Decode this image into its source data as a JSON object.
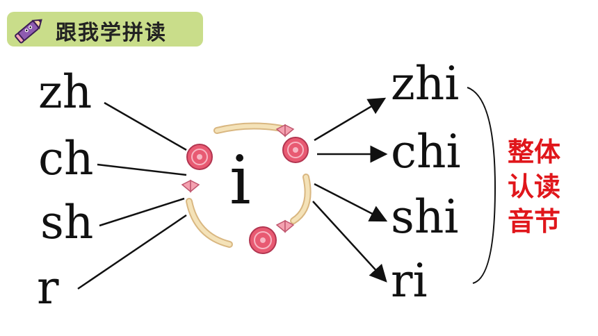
{
  "header": {
    "title": "跟我学拼读"
  },
  "center": {
    "letter": "i"
  },
  "left_syllables": [
    "zh",
    "ch",
    "sh",
    "r"
  ],
  "right_syllables": [
    "zhi",
    "chi",
    "shi",
    "ri"
  ],
  "side_label": {
    "lines": [
      "整体",
      "认读",
      "音节"
    ]
  },
  "colors": {
    "header_bg": "#c9dd8a",
    "label_red": "#e0161b",
    "candy": "#e85a72",
    "ring": "#f0d9a8"
  },
  "icons": [
    "pencil-icon",
    "candy-icon",
    "bow-icon"
  ]
}
